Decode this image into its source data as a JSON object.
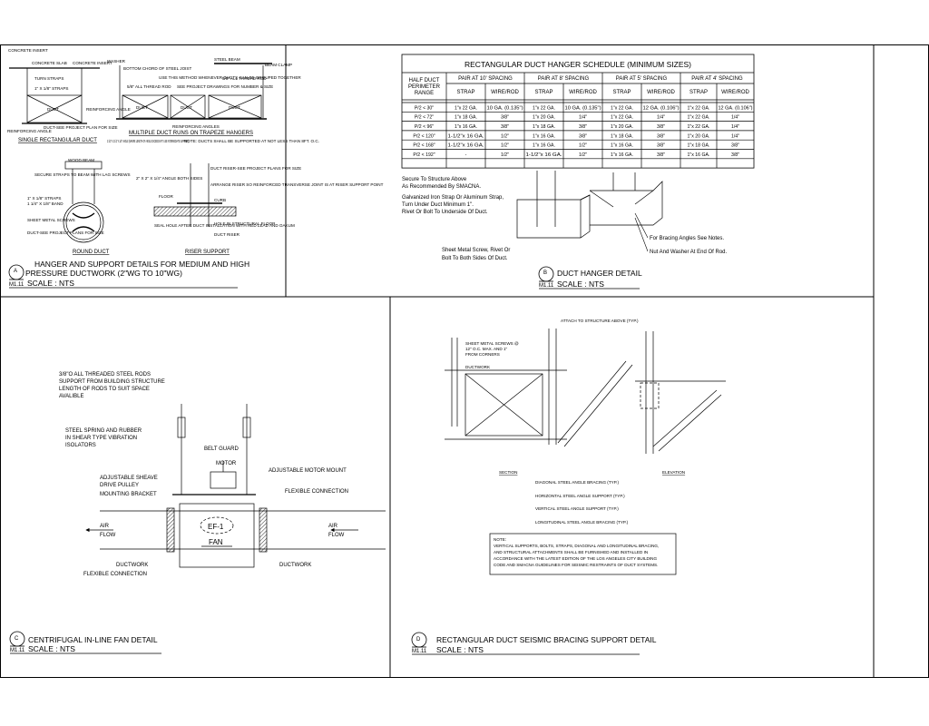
{
  "detail_a": {
    "id": "A",
    "sheet": "M1.11",
    "title_1": "HANGER AND SUPPORT DETAILS FOR MEDIUM AND HIGH",
    "title_2": "PRESSURE DUCTWORK (2\"WG TO 10\"WG)",
    "scale": "SCALE : NTS",
    "sub_single": "SINGLE RECTANGULAR DUCT",
    "sub_multi": "MULTIPLE DUCT RUNS ON TRAPEZE HANGERS",
    "sub_round": "ROUND DUCT",
    "sub_riser": "RISER SUPPORT",
    "lbl": {
      "concrete_insert": "CONCRETE INSERT",
      "concrete_slab": "CONCRETE SLAB",
      "concrete_insert2": "CONCRETE INSERT",
      "turn_straps": "TURN STRAPS",
      "strap_1x18": "1\" X 1/8\" STRAPS",
      "duct": "DUCT",
      "reinforcing_angle": "REINFORCING ANGLE",
      "duct_see_project": "DUCT-SEE PROJECT PLAN FOR SIZE",
      "reinforcing_angle2": "REINFORCING ANGLE",
      "washer": "WASHER",
      "bottom_chord": "BOTTOM CHORD OF STEEL JOIST",
      "use_method": "USE THIS METHOD WHENEVER DUCTS CAN BE GROUPED TOGETHER",
      "rod_58": "5/8\" ALL THREAD ROD",
      "see_project_drawings": "SEE PROJECT DRAWINGS FOR NUMBER & SIZE",
      "rod_58b": "5/8\" ALL THREAD ROD",
      "steel_beam": "STEEL BEAM",
      "beam_clamp": "BEAM CLAMP",
      "reinforcing_angles": "REINFORCING ANGLES",
      "angle_note": "2 1/2\" X 2 1/2\" X 1/4\" ANGLE (WHERE LENGTH OF ANGLE EXCEEDS 6FT. USE INTERMEDIATE SUPPORT)",
      "ducts_note": "NOTE: DUCTS SHALL BE SUPPORTED AT NOT LESS THAN 8FT. O.C.",
      "wood_beam": "WOOD BEAM",
      "secure_straps": "SECURE STRAPS TO BEAM WITH LAG SCREWS",
      "straps_1x18": "1\" X 1/8\" STRAPS",
      "band_1x18": "1 1/4\" X 1/8\" BAND",
      "sheet_metal_screws": "SHEET METAL SCREWS",
      "duct_see_project2": "DUCT-SEE PROJECT PLANS FOR SIZE",
      "angle_2x2": "2\" X 2\" X 1/4\" ANGLE BOTH SIDES",
      "duct_riser_see": "DUCT RISER-SEE PROJECT PLANS FOR SIZE",
      "arrange_riser": "ARRANGE RISER SO REINFORCED TRANSVERSE JOINT IS AT RISER SUPPORT POINT",
      "floor": "FLOOR",
      "curb": "CURB",
      "seal_hole": "SEAL HOLE AFTER DUCT INSTALLATION WITH RED LEAD AND OAKUM",
      "hole_structural": "HOLE IN STRUCTURAL FLOOR",
      "duct_riser": "DUCT RISER"
    }
  },
  "detail_b": {
    "id": "B",
    "sheet": "M1.11",
    "title": "DUCT HANGER DETAIL",
    "scale": "SCALE : NTS",
    "notes": {
      "secure": [
        "Secure To Structure Above",
        "As Recommended By SMACNA."
      ],
      "galvanized": [
        "Galvanized Iron Strap Or Aluminum Strap,",
        "Turn Under Duct Minimum 1\".",
        "Rivet Or Bolt To Underside Of Duct."
      ],
      "sheet_screw": [
        "Sheet Metal Screw, Rivet Or",
        "Bolt To Both Sides Of Duct."
      ],
      "bracing": "For Bracing Angles See Notes.",
      "nut": "Nut And Washer At End Of Rod."
    }
  },
  "schedule": {
    "title": "RECTANGULAR DUCT HANGER SCHEDULE (MINIMUM SIZES)",
    "col0": [
      "HALF DUCT",
      "PERIMETER",
      "RANGE"
    ],
    "groups": [
      "PAIR AT 10' SPACING",
      "PAIR AT 8' SPACING",
      "PAIR AT 5' SPACING",
      "PAIR AT 4' SPACING"
    ],
    "sub": [
      "STRAP",
      "WIRE/ROD"
    ],
    "rows": [
      [
        "P/2 < 30\"",
        "1\"x 22 GA.",
        "10 GA. (0.135\")",
        "1\"x 22 GA.",
        "10 GA. (0.135\")",
        "1\"x 22 GA.",
        "12 GA. (0.106\")",
        "1\"x 22 GA.",
        "12 GA. (0.106\")"
      ],
      [
        "P/2 < 72\"",
        "1\"x 18 GA.",
        "3/8\"",
        "1\"x 20 GA.",
        "1/4\"",
        "1\"x 22 GA.",
        "1/4\"",
        "1\"x 22 GA.",
        "1/4\""
      ],
      [
        "P/2 < 96\"",
        "1\"x 16 GA.",
        "3/8\"",
        "1\"x 18 GA.",
        "3/8\"",
        "1\"x 20 GA.",
        "3/8\"",
        "1\"x 22 GA.",
        "1/4\""
      ],
      [
        "P/2 < 120\"",
        "1-1/2\"x 16 GA.",
        "1/2\"",
        "1\"x 16 GA.",
        "3/8\"",
        "1\"x 18 GA.",
        "3/8\"",
        "1\"x 20 GA.",
        "1/4\""
      ],
      [
        "P/2 < 168\"",
        "1-1/2\"x 16 GA.",
        "1/2\"",
        "1\"x 16 GA.",
        "1/2\"",
        "1\"x 16 GA.",
        "3/8\"",
        "1\"x 18 GA.",
        "3/8\""
      ],
      [
        "P/2 < 192\"",
        "-",
        "1/2\"",
        "1-1/2\"x 16 GA.",
        "1/2\"",
        "1\"x 16 GA.",
        "3/8\"",
        "1\"x 16 GA.",
        "3/8\""
      ]
    ]
  },
  "detail_c": {
    "id": "C",
    "sheet": "M1.11",
    "title": "CENTRIFUGAL IN-LINE FAN DETAIL",
    "scale": "SCALE : NTS",
    "rods": [
      "3/8\"O ALL THREADED STEEL RODS",
      "SUPPORT FROM BUILDING STRUCTURE",
      "LENGTH OF RODS TO SUIT SPACE",
      "AVALIBLE"
    ],
    "isolators": [
      "STEEL SPRING AND RUBBER",
      "IN SHEAR TYPE VIBRATION",
      "ISOLATORS"
    ],
    "belt_guard": "BELT GUARD",
    "motor": "MOTOR",
    "adj_motor_mount": "ADJUSTABLE MOTOR MOUNT",
    "adj_sheave": [
      "ADJUSTABLE SHEAVE",
      "DRIVE PULLEY"
    ],
    "mounting_bracket": "MOUNTING BRACKET",
    "flexible_connection": "FLEXIBLE CONNECTION",
    "air": "AIR",
    "flow": "FLOW",
    "fan_tag": "EF-1",
    "fan_label": "FAN",
    "ductwork": "DUCTWORK",
    "flexible_connection2": "FLEXIBLE CONNECTION",
    "ductwork2": "DUCTWORK"
  },
  "detail_d": {
    "id": "D",
    "sheet": "M1.11",
    "title": "RECTANGULAR DUCT SEISMIC BRACING SUPPORT DETAIL",
    "scale": "SCALE : NTS",
    "attach": "ATTACH TO STRUCTURE ABOVE (TYP.)",
    "screws": [
      "SHEET METAL SCREWS @",
      "12\" O.C. MAX. AND 1\"",
      "FROM CORNERS"
    ],
    "ductwork": "DUCTWORK",
    "section": "SECTION",
    "elevation": "ELEVATION",
    "legend": [
      "DIAGONAL STEEL ANGLE BRACING (TYP.)",
      "HORIZONTAL STEEL ANGLE SUPPORT (TYP.)",
      "VERTICAL STEEL ANGLE SUPPORT (TYP.)",
      "LONGITUDINAL STEEL ANGLE BRACING (TYP.)"
    ],
    "note": [
      "NOTE:",
      "VERTICAL SUPPORTS, BOLTS, STRAPS, DIAGONAL AND LONGITUDINAL BRACING,",
      "AND STRUCTURAL ATTACHMENTS SHALL BE FURNISHED AND INSTALLED IN",
      "ACCORDANCE WITH THE LATEST EDITION OF THE LOS ANGELES CITY BUILDING",
      "CODE AND SMACNA GUIDELINES FOR SEISMIC RESTRAINTS OF DUCT SYSTEMS."
    ]
  }
}
